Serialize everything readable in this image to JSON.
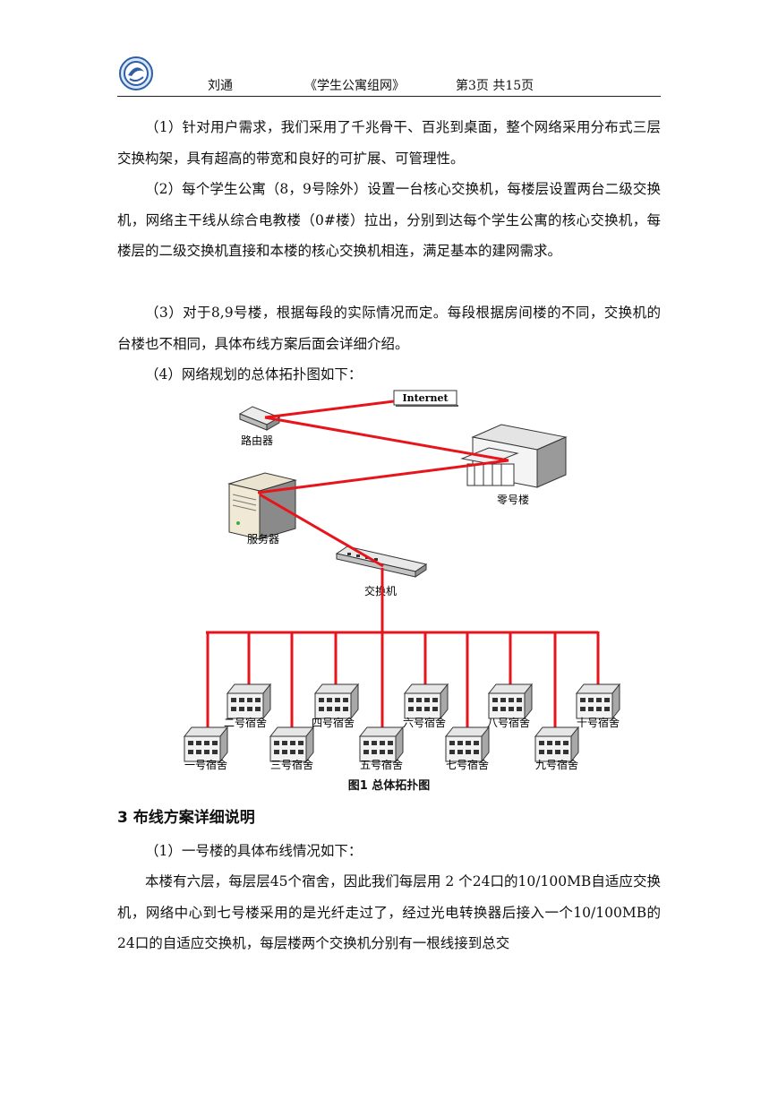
{
  "header": {
    "author": "刘通",
    "doc_title": "《学生公寓组网》",
    "page_info": "第3页  共15页"
  },
  "paragraphs": [
    "（1）针对用户需求，我们采用了千兆骨干、百兆到桌面，整个网络采用分布式三层交换构架，具有超高的带宽和良好的可扩展、可管理性。",
    "（2）每个学生公寓（8，9号除外）设置一台核心交换机，每楼层设置两台二级交换机，网络主干线从综合电教楼（0#楼）拉出，分别到达每个学生公寓的核心交换机，每楼层的二级交换机直接和本楼的核心交换机相连，满足基本的建网需求。",
    "（3）对于8,9号楼，根据每段的实际情况而定。每段根据房间楼的不同，交换机的台楼也不相同，具体布线方案后面会详细介绍。",
    "（4）网络规划的总体拓扑图如下："
  ],
  "diagram": {
    "internet": "Internet",
    "router": "路由器",
    "building0": "零号楼",
    "server": "服务器",
    "switch": "交换机",
    "dorms_top": [
      "二号宿舍",
      "四号宿舍",
      "六号宿舍",
      "八号宿舍",
      "十号宿舍"
    ],
    "dorms_bottom": [
      "一号宿舍",
      "三号宿舍",
      "五号宿舍",
      "七号宿舍",
      "九号宿舍"
    ],
    "link_color": "#e8141c"
  },
  "caption": "图1  总体拓扑图",
  "section_heading": "3 布线方案详细说明",
  "section_paragraphs": [
    "（1）一号楼的具体布线情况如下：",
    "本楼有六层，每层层45个宿舍，因此我们每层用 2 个24口的10/100MB自适应交换机，网络中心到七号楼采用的是光纤走过了，经过光电转换器后接入一个10/100MB的24口的自适应交换机，每层楼两个交换机分别有一根线接到总交"
  ]
}
